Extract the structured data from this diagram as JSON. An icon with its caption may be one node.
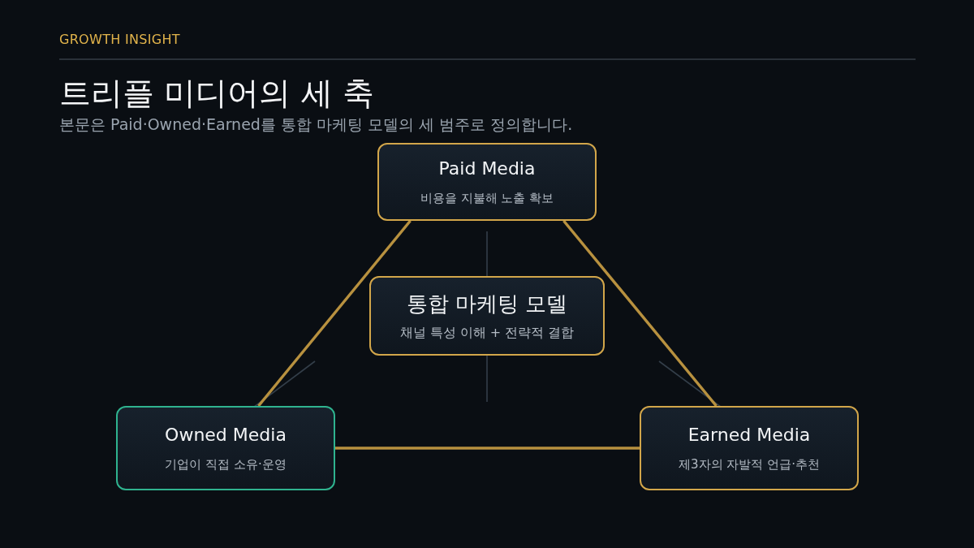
{
  "diagram": {
    "title": "트리플 미디어의 세 축",
    "nodes": [
      {
        "text": [
          "Paid Media",
          "비용을 지불해 노출 확보"
        ]
      },
      {
        "text": [
          "통합 마케팅 모델",
          "채널 특성 이해 + 전략적 결합"
        ]
      },
      {
        "text": [
          "Owned Media",
          "기업이 직접 소유·운영"
        ]
      },
      {
        "text": [
          "Earned Media",
          "제3자의 자발적 언급·추천"
        ]
      }
    ],
    "edges": [
      {
        "from": 0,
        "to": 2,
        "arrow": "none"
      },
      {
        "from": 0,
        "to": 3,
        "arrow": "none"
      },
      {
        "from": 2,
        "to": 3,
        "arrow": "none"
      }
    ],
    "labels": [
      "GROWTH INSIGHT",
      "본문은 Paid·Owned·Earned를 통합 마케팅 모델의 세 범주로 정의합니다."
    ]
  }
}
